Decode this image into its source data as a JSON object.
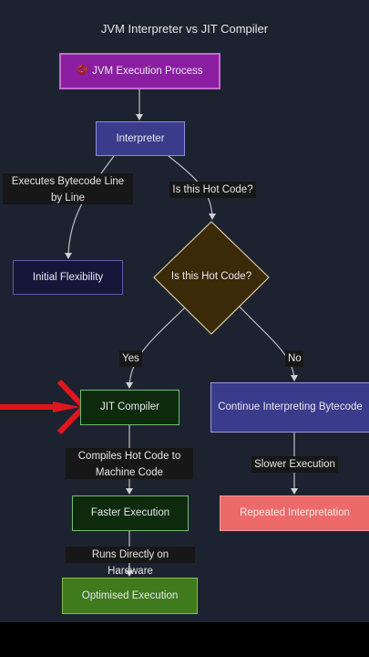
{
  "diagram": {
    "title": "JVM Interpreter vs JIT Compiler",
    "nodes": {
      "start": {
        "icon": "bean-emoji-icon",
        "icon_glyph": "🫘",
        "label": "JVM Execution Process"
      },
      "interpreter": "Interpreter",
      "initial_flexibility": "Initial Flexibility",
      "decision": "Is this Hot Code?",
      "jit_compiler": "JIT Compiler",
      "continue_interpreting": "Continue Interpreting Bytecode",
      "faster_execution": "Faster Execution",
      "repeated_interpretation": "Repeated Interpretation",
      "optimised_execution": "Optimised Execution"
    },
    "edges": {
      "executes_line_by_line": "Executes Bytecode Line by Line",
      "is_hot_code": "Is this Hot Code?",
      "yes": "Yes",
      "no": "No",
      "compiles_hot_code": "Compiles Hot Code to Machine Code",
      "slower_execution": "Slower Execution",
      "runs_directly": "Runs Directly on Hardware"
    },
    "colors": {
      "background": "#1d2230",
      "start_fill": "#8b1ea0",
      "interpreter_fill": "#3b3b8c",
      "decision_fill": "#3a2a08",
      "jit_fill": "#0d2a0d",
      "repeated_fill": "#ec6a6a",
      "optimised_fill": "#3f7a1d",
      "pointer_arrow": "#e0161c"
    }
  }
}
